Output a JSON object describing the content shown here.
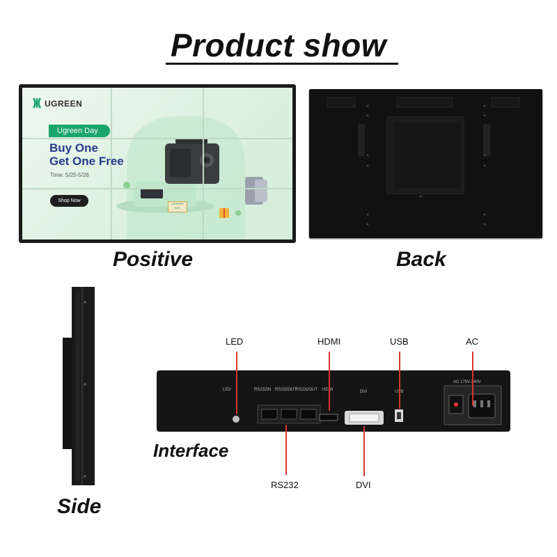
{
  "title": "Product show",
  "captions": {
    "positive": "Positive",
    "back": "Back",
    "side": "Side",
    "interface": "Interface"
  },
  "screen_ad": {
    "brand": "UGREEN",
    "pill": "Ugreen Day",
    "headline_1": "Buy One",
    "headline_2": "Get One Free",
    "time": "Time: 5/25-5/28",
    "cta": "Shop Now",
    "gift_tag": "UGREEN DAY",
    "brand_color": "#1aa56b"
  },
  "interface_labels": {
    "led": "LED",
    "hdmi": "HDMI",
    "usb": "USB",
    "ac": "AC",
    "rs232": "RS232",
    "dvi": "DVI"
  },
  "panel_silkscreen": {
    "led": "LED",
    "rs232in": "RS232IN",
    "rs232out1": "RS232OUT",
    "rs232out2": "RS232OUT",
    "hdmi": "HDMI",
    "dvi": "DVI",
    "usb": "USB",
    "ac_rating": "AC 176V-240V"
  },
  "colors": {
    "arrow": "#d9352a",
    "device_body": "#151515"
  }
}
